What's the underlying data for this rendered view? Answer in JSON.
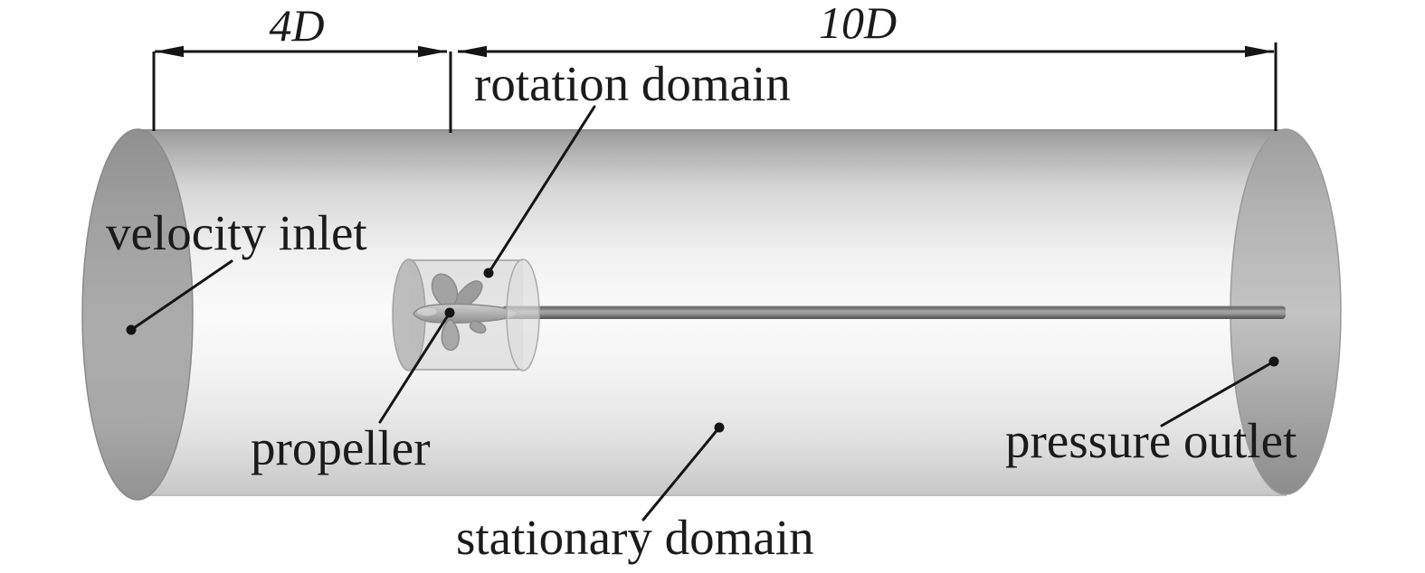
{
  "figure": {
    "type": "cfd-computational-domain-schematic",
    "dimensions": {
      "upstream": "4D",
      "downstream": "10D"
    },
    "labels": {
      "velocity_inlet": "velocity inlet",
      "rotation_domain": "rotation domain",
      "propeller": "propeller",
      "stationary_domain": "stationary domain",
      "pressure_outlet": "pressure outlet"
    }
  },
  "colors": {
    "ink": "#151515",
    "label": "#1b1b1b",
    "bg": "#ffffff",
    "cap_gray": "#a5a5a5",
    "body_light": "#fafafa",
    "body_shade": "#9a9a9a",
    "rotation_domain_gray": "#d6d6d6",
    "propeller_gray": "#a3a3a3",
    "shaft_gray": "#6d6d6d"
  }
}
